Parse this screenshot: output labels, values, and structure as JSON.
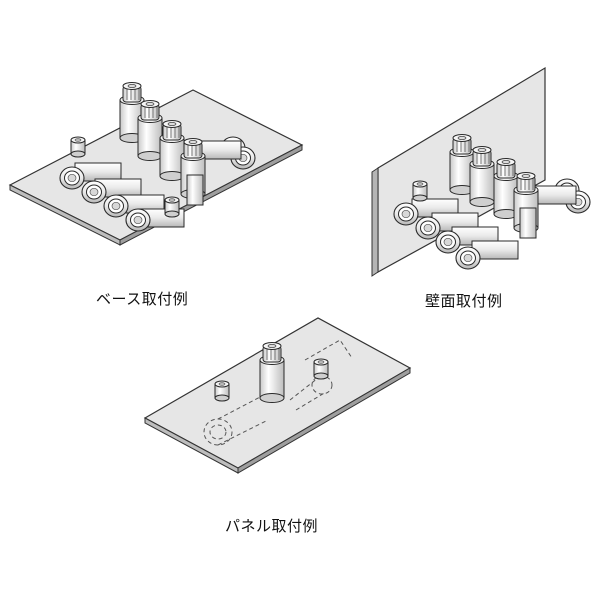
{
  "captions": {
    "base": "ベース取付例",
    "wall": "壁面取付例",
    "panel": "パネル取付例"
  },
  "colors": {
    "plate": "#e6e6e6",
    "plate_edge": "#333333",
    "part_fill": "#f4f4f4",
    "part_shade": "#c8c8c8",
    "stroke": "#2a2a2a"
  }
}
